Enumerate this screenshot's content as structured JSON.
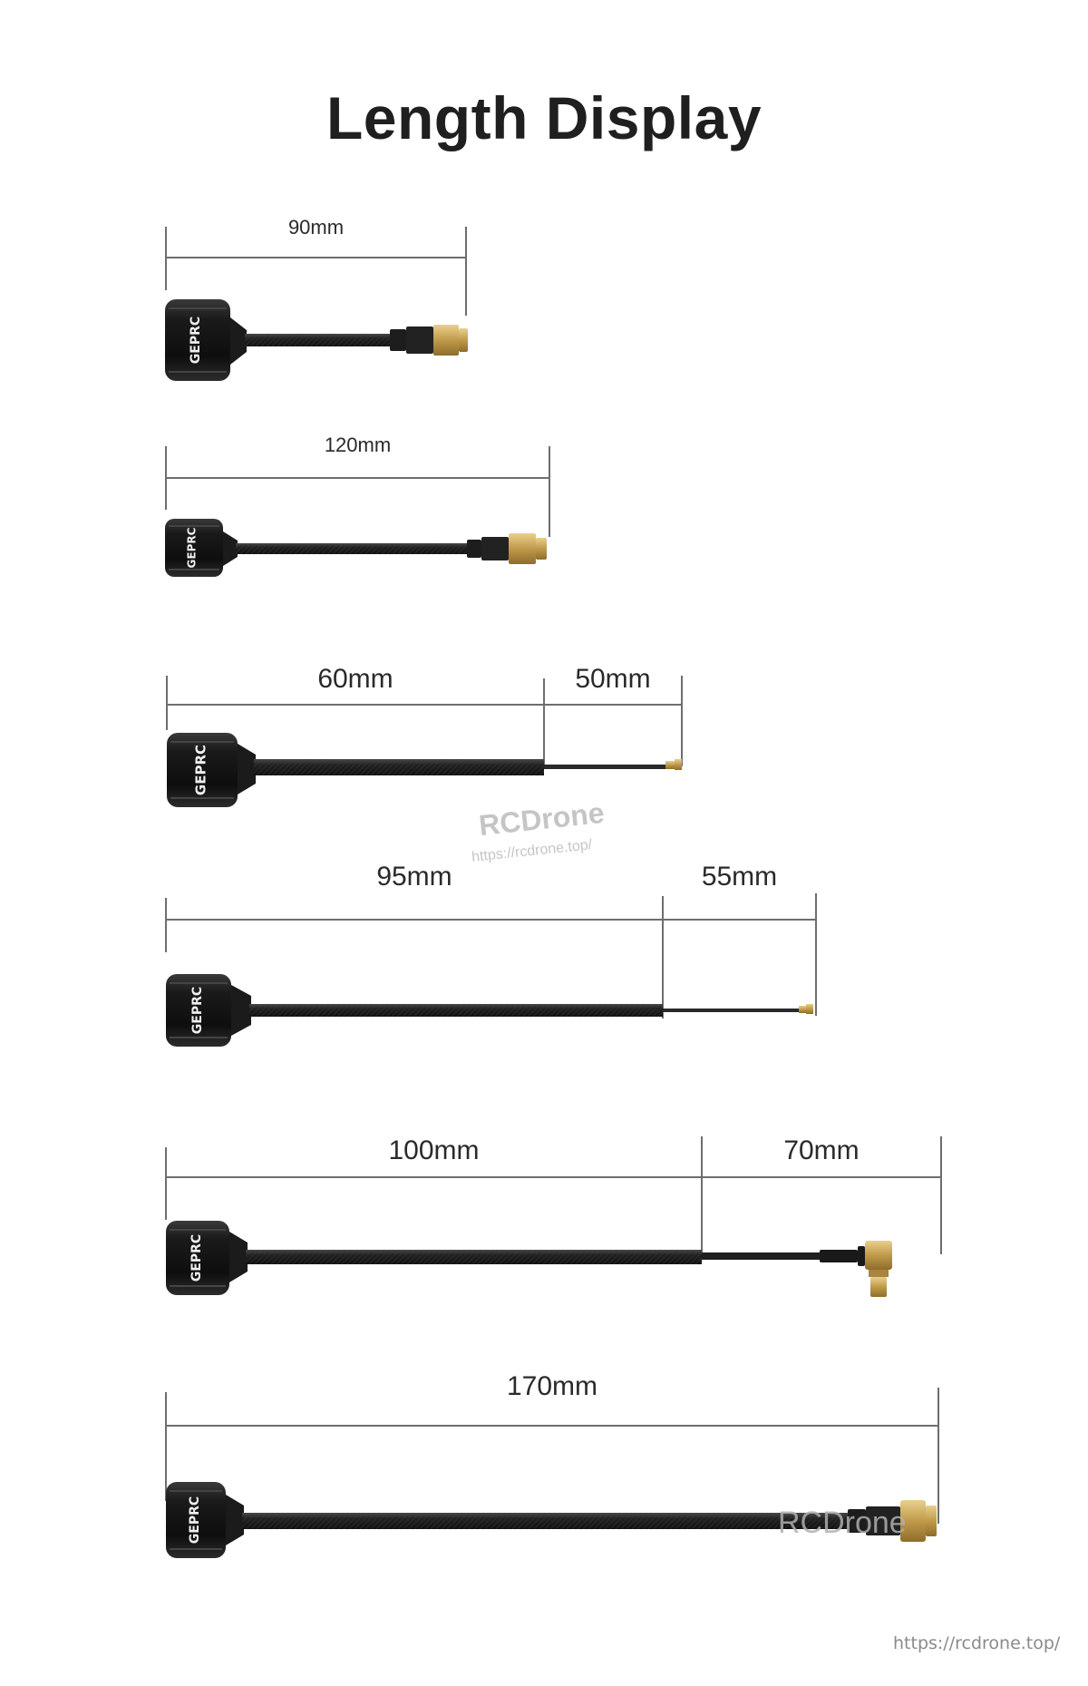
{
  "page": {
    "title": "Length Display"
  },
  "rows": [
    {
      "id": "row-1",
      "connector": "SMA",
      "segments": [
        {
          "label": "90mm"
        }
      ]
    },
    {
      "id": "row-2",
      "connector": "SMA",
      "segments": [
        {
          "label": "120mm"
        }
      ]
    },
    {
      "id": "row-3",
      "connector": "IPEX",
      "segments": [
        {
          "label": "60mm"
        },
        {
          "label": "50mm"
        }
      ]
    },
    {
      "id": "row-4",
      "connector": "IPEX",
      "segments": [
        {
          "label": "95mm"
        },
        {
          "label": "55mm"
        }
      ]
    },
    {
      "id": "row-5",
      "connector": "MMCX right-angle",
      "segments": [
        {
          "label": "100mm"
        },
        {
          "label": "70mm"
        }
      ]
    },
    {
      "id": "row-6",
      "connector": "SMA",
      "segments": [
        {
          "label": "170mm"
        }
      ]
    }
  ],
  "brand": {
    "logo_text": "GEPRC"
  },
  "watermark": {
    "name": "RCDrone",
    "url": "https://rcdrone.top/"
  },
  "footer": {
    "url": "https://rcdrone.top/"
  },
  "colors": {
    "dimension_line": "#6e6e6e",
    "cable": "#1e1e1e",
    "cap": "#141414",
    "gold": "#c9a659"
  }
}
